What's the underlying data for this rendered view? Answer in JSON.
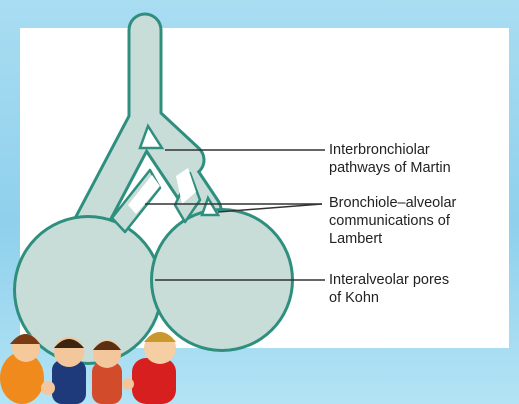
{
  "labels": {
    "martin": [
      "Interbronchiolar",
      "pathways of Martin"
    ],
    "lambert": [
      "Bronchiole–alveolar",
      "communications of",
      "Lambert"
    ],
    "kohn": [
      "Interalveolar pores",
      "of Kohn"
    ]
  },
  "colors": {
    "background": "#9fd8ef",
    "panel": "#ffffff",
    "airway_fill": "#c8dcd8",
    "airway_outline": "#2f8f7f",
    "leader_line": "#333333"
  },
  "decorations": {
    "bottom_left": "cartoon-children-clipart"
  }
}
